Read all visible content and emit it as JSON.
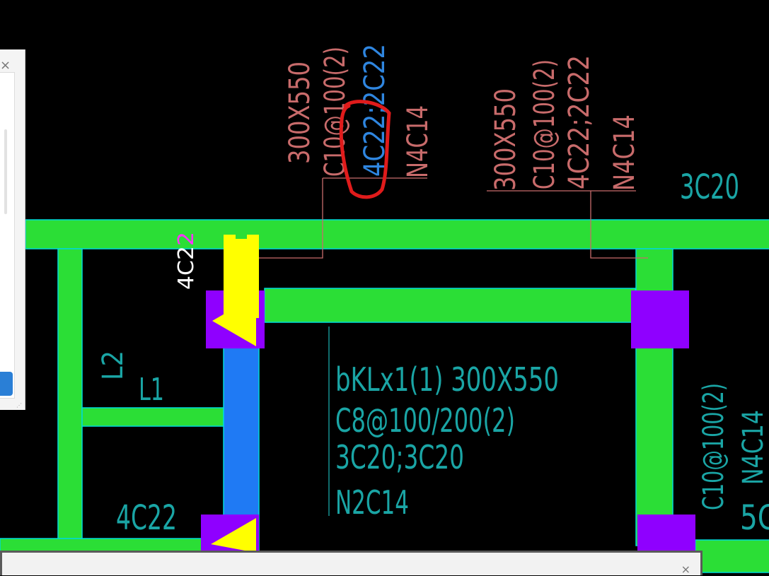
{
  "colors": {
    "background": "#000000",
    "beam_green": "#2bde36",
    "beam_outline": "#00d9d9",
    "column_purple": "#8f00ff",
    "column_yellow": "#ffff00",
    "beam_blue": "#1f7af4",
    "annotation_salmon": "#c86b6b",
    "annotation_teal": "#1aa5a5",
    "annotation_blue": "#2f86e0",
    "markup_red": "#e01b1b",
    "label_white": "#ffffff",
    "label_magenta": "#ff33ff"
  },
  "drawing": {
    "beam1": {
      "size": "300X550",
      "stirrup": "C10@100(2)",
      "top_bars": "4C22",
      "top_bars_sep": ";",
      "top_bars_extra": "2C22",
      "waist": "N4C14"
    },
    "beam2": {
      "size": "300X550",
      "stirrup": "C10@100(2)",
      "top_bars": "4C22;2C22",
      "waist": "N4C14"
    },
    "right_top_label": "3C20",
    "column_label_main": "4C2",
    "column_label_accent": "2",
    "beam3": {
      "name": "bKLx1(1) 300X550",
      "stirrup": "C8@100/200(2)",
      "bars": "3C20;3C20",
      "waist": "N2C14"
    },
    "left_label_l2": "L2",
    "left_label_l1": "L1",
    "bottom_left_label": "4C22",
    "right_vertical": {
      "stirrup": "C10@100(2)",
      "waist": "N4C14",
      "bars_partial": "5C"
    }
  },
  "left_panel": {
    "close_icon": "×",
    "grip_icon": "⋰"
  },
  "bottom_panel": {
    "close_icon": "×"
  }
}
